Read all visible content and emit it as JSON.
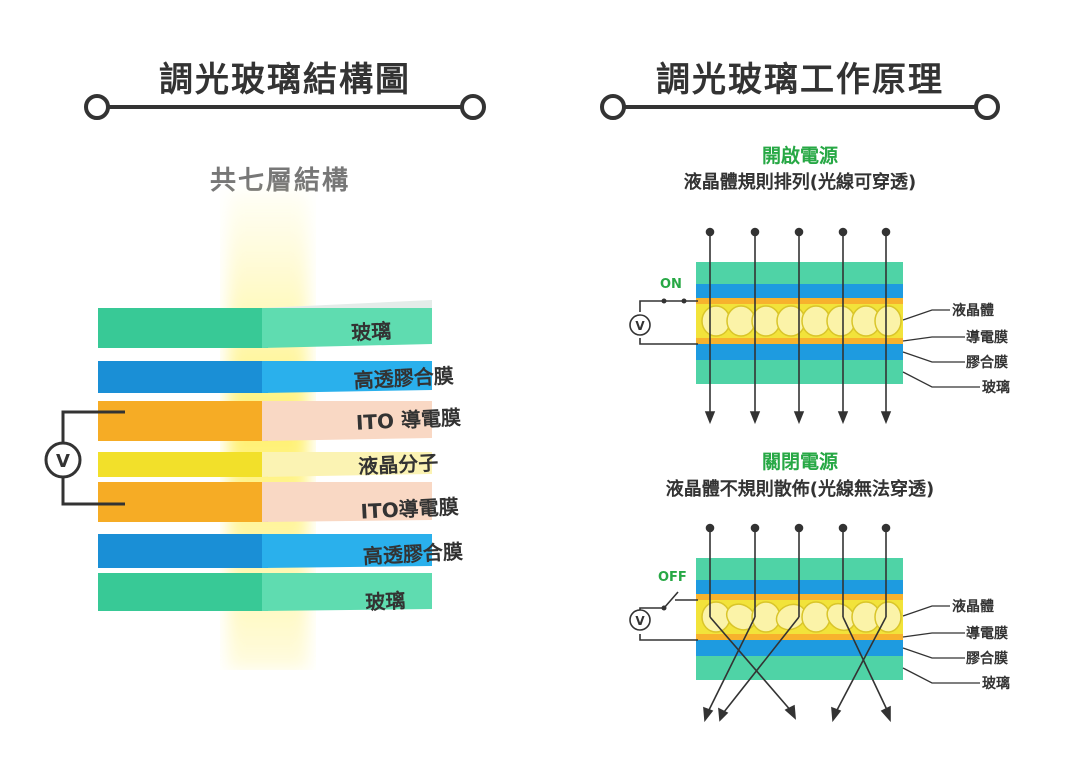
{
  "left": {
    "title": "調光玻璃結構圖",
    "subtitle": "共七層結構",
    "layers": [
      "玻璃",
      "高透膠合膜",
      "ITO 導電膜",
      "液晶分子",
      "ITO導電膜",
      "高透膠合膜",
      "玻璃"
    ],
    "meter_symbol": "V"
  },
  "right": {
    "title": "調光玻璃工作原理",
    "on": {
      "state_title": "開啟電源",
      "description": "液晶體規則排列(光線可穿透)",
      "switch_label": "ON",
      "meter_symbol": "V",
      "labels": [
        "液晶體",
        "導電膜",
        "膠合膜",
        "玻璃"
      ]
    },
    "off": {
      "state_title": "關閉電源",
      "description": "液晶體不規則散佈(光線無法穿透)",
      "switch_label": "OFF",
      "meter_symbol": "V",
      "labels": [
        "液晶體",
        "導電膜",
        "膠合膜",
        "玻璃"
      ]
    }
  },
  "colors": {
    "glass": "#4fd3a6",
    "film": "#1e9be0",
    "ito": "#f7b22d",
    "liquid_crystal": "#f2e33a",
    "light": "#fff06a",
    "on_off_green": "#27a845"
  }
}
